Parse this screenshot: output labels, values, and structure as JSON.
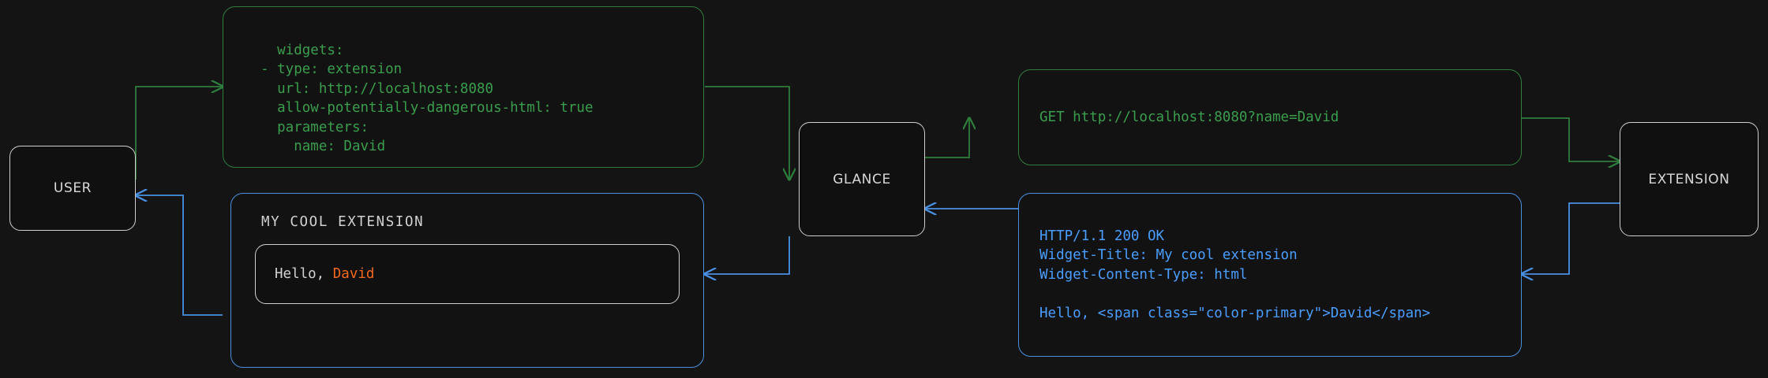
{
  "diagram": {
    "type": "flowchart",
    "background_color": "#141414",
    "node_border_color": "#cfcfcf",
    "request_color": "#3a9e4d",
    "response_color": "#4a9eff",
    "accent_color": "#f2691e"
  },
  "nodes": {
    "user": "USER",
    "glance": "GLANCE",
    "extension": "EXTENSION"
  },
  "messages": {
    "config_yaml": "widgets:\n  - type: extension\n    url: http://localhost:8080\n    allow-potentially-dangerous-html: true\n    parameters:\n      name: David",
    "http_request": "GET http://localhost:8080?name=David",
    "http_response": "HTTP/1.1 200 OK\nWidget-Title: My cool extension\nWidget-Content-Type: html\n\nHello, <span class=\"color-primary\">David</span>"
  },
  "widget": {
    "title": "MY COOL EXTENSION",
    "greeting_prefix": "Hello, ",
    "greeting_name": "David"
  }
}
